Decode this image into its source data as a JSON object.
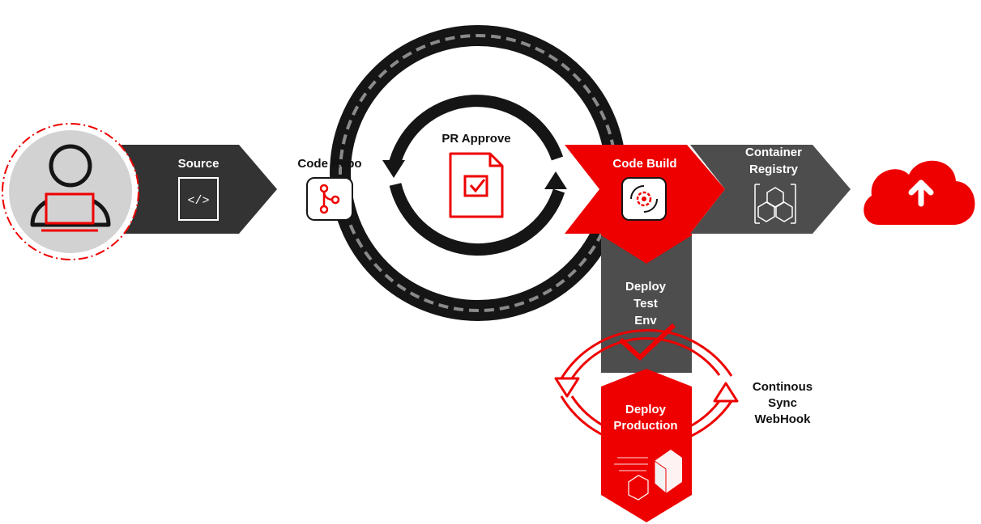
{
  "diagram": {
    "colors": {
      "red": "#ee0000",
      "dark": "#333333",
      "gray": "#4d4d4d",
      "black": "#151515",
      "ring_dash": "#8a8a8a",
      "user_bg": "#d2d2d2"
    },
    "stages": {
      "source": "Source",
      "code_repo": "Code Repo",
      "pr_approve": "PR Approve",
      "code_build": "Code Build",
      "container_registry_line1": "Container",
      "container_registry_line2": "Registry",
      "deploy_test_line1": "Deploy",
      "deploy_test_line2": "Test",
      "deploy_test_line3": "Env",
      "deploy_prod_line1": "Deploy",
      "deploy_prod_line2": "Production"
    },
    "sync": {
      "line1": "Continous",
      "line2": "Sync",
      "line3": "WebHook"
    },
    "icons": {
      "user": "developer-laptop-icon",
      "source": "code-icon",
      "repo": "git-branch-icon",
      "pr": "document-check-icon",
      "build": "build-gear-icon",
      "registry": "container-hexagon-icon",
      "test": "checkmark-icon",
      "prod": "deploy-box-icon",
      "cloud": "cloud-upload-icon"
    }
  }
}
